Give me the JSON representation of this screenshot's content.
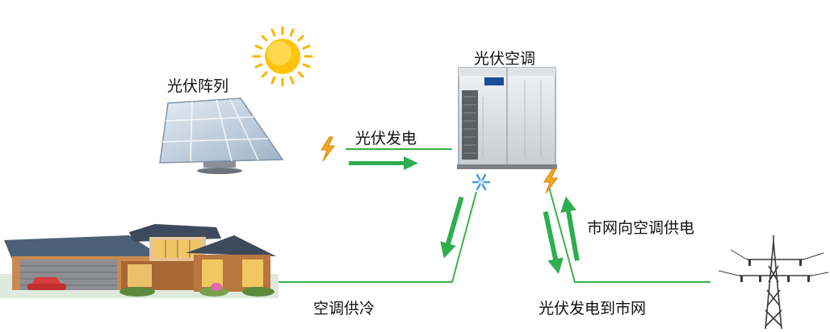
{
  "labels": {
    "pv_array": "光伏阵列",
    "pv_ac": "光伏空调",
    "pv_generation": "光伏发电",
    "grid_to_ac": "市网向空调供电",
    "ac_cooling": "空调供冷",
    "pv_to_grid": "光伏发电到市网"
  },
  "icons": [
    "sun-icon",
    "solar-panel-icon",
    "lightning-icon",
    "air-conditioner-unit-icon",
    "snowflake-icon",
    "house-icon",
    "power-tower-icon"
  ],
  "colors": {
    "arrow_green": "#2fae4f",
    "line_green": "#3cb043",
    "lightning_orange": "#f5a623",
    "sun_yellow": "#ffc20e"
  }
}
